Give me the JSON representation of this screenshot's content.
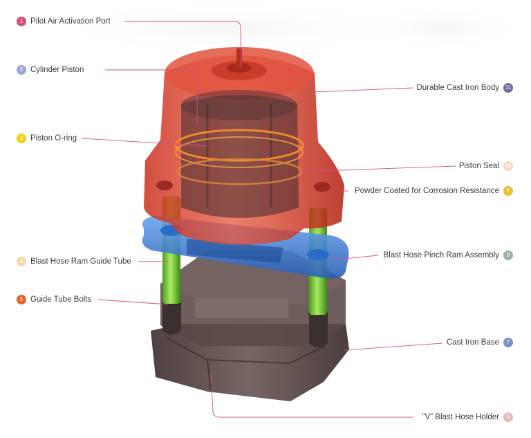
{
  "callouts": [
    {
      "num": "1",
      "text": "Pilot Air Activation Port",
      "color": "#d94f7c"
    },
    {
      "num": "2",
      "text": "Cylinder Piston",
      "color": "#9fa7cf"
    },
    {
      "num": "3",
      "text": "Piston O-ring",
      "color": "#f2d11a"
    },
    {
      "num": "4",
      "text": "Blast Hose Ram Guide Tube",
      "color": "#f3d9a6"
    },
    {
      "num": "5",
      "text": "Guide Tube Bolts",
      "color": "#e8622a"
    },
    {
      "num": "6",
      "text": "“V” Blast Hose Holder",
      "color": "#e8b8bc"
    },
    {
      "num": "7",
      "text": "Cast Iron Base",
      "color": "#7b93c2"
    },
    {
      "num": "8",
      "text": "Blast Hose Pinch Ram Assembly",
      "color": "#9fb0a0"
    },
    {
      "num": "9",
      "text": "Powder Coated for Corrosion Resistance",
      "color": "#e9c12e"
    },
    {
      "num": "10",
      "text": "Piston Seal",
      "color": "#f1d9c7"
    },
    {
      "num": "11",
      "text": "Durable Cast Iron Body",
      "color": "#6f6aa3"
    }
  ],
  "colors": {
    "leader_line": "#d44d8c",
    "body_red": "#e0402f",
    "base_gray": "#5e4e4c",
    "guide_green": "#7ed43c",
    "ram_blue": "#3d7fd6",
    "oring_orange": "#f08a2c"
  }
}
